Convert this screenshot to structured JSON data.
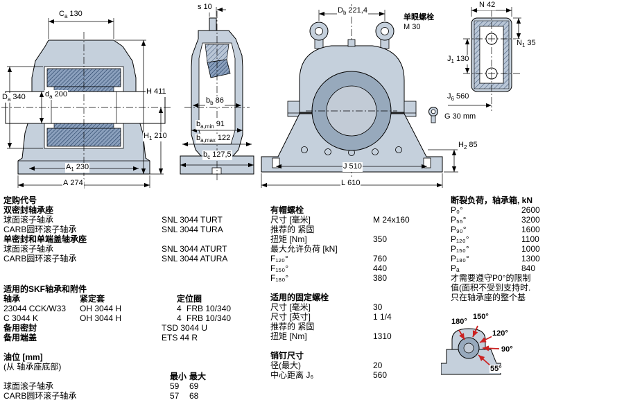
{
  "colors": {
    "background": "#ffffff",
    "line": "#000000",
    "drawing_fill": "#c5d0dc",
    "drawing_fill_dark": "#97a9bc",
    "hatch_line": "#1f3a5f",
    "arrow_red": "#cc2222"
  },
  "dims": {
    "ca": {
      "m": "C",
      "s": "a",
      "v": "130"
    },
    "da": {
      "m": "D",
      "s": "a",
      "v": "340"
    },
    "dsa": {
      "m": "d",
      "s": "a",
      "v": "200"
    },
    "h": {
      "m": "H",
      "s": "",
      "v": "411"
    },
    "h1": {
      "m": "H",
      "s": "1",
      "v": "210"
    },
    "a1": {
      "m": "A",
      "s": "1",
      "v": "230"
    },
    "a": {
      "m": "A",
      "s": "",
      "v": "274"
    },
    "s": {
      "m": "s",
      "s": "",
      "v": "10"
    },
    "bb": {
      "m": "b",
      "s": "b",
      "v": "86"
    },
    "bamin": {
      "m": "b",
      "s": "a,min",
      "v": "91"
    },
    "bamax": {
      "m": "b",
      "s": "a,max",
      "v": "122"
    },
    "bc": {
      "m": "b",
      "s": "c",
      "v": "127,5"
    },
    "db": {
      "m": "D",
      "s": "b",
      "v": "221,4"
    },
    "g": {
      "m": "G",
      "s": "",
      "v": "30 mm"
    },
    "h2": {
      "m": "H",
      "s": "2",
      "v": "85"
    },
    "j": {
      "m": "J",
      "s": "",
      "v": "510"
    },
    "l": {
      "m": "L",
      "s": "",
      "v": "610"
    },
    "n": {
      "m": "N",
      "s": "",
      "v": "42"
    },
    "n1": {
      "m": "N",
      "s": "1",
      "v": "35"
    },
    "j1": {
      "m": "J",
      "s": "1",
      "v": "130"
    },
    "j6": {
      "m": "J",
      "s": "6",
      "v": "560"
    }
  },
  "labels": {
    "eyebolt_title": "单眼螺栓",
    "eyebolt_size": "M 30"
  },
  "col_left": {
    "s1_title": "定购代号",
    "s1_sub1": "双密封轴承座",
    "s1_rows1": [
      {
        "label": "球面滚子轴承",
        "value": "SNL 3044 TURT"
      },
      {
        "label": "CARB圆环滚子轴承",
        "value": "SNL 3044 TURA"
      }
    ],
    "s1_sub2": "单密封和单端盖轴承座",
    "s1_rows2": [
      {
        "label": "球面滚子轴承",
        "value": "SNL 3044 ATURT"
      },
      {
        "label": "CARB圆环滚子轴承",
        "value": "SNL 3044 ATURA"
      }
    ],
    "s2_title": "适用的SKF轴承和附件",
    "s2_head": {
      "c1": "轴承",
      "c2": "紧定套",
      "c3": "定位圈"
    },
    "s2_rows": [
      {
        "bearing": "23044 CCK/W33",
        "sleeve": "OH 3044 H",
        "qty": "4",
        "ring": "FRB 10/340"
      },
      {
        "bearing": "C 3044 K",
        "sleeve": "OH 3044 H",
        "qty": "4",
        "ring": "FRB 10/340"
      }
    ],
    "s2_extra": [
      {
        "label": "备用密封",
        "value": "TSD 3044 U",
        "bold": true
      },
      {
        "label": "备用端盖",
        "value": "ETS 44 R",
        "bold": true
      }
    ],
    "s3_title": "油位 [mm]",
    "s3_sub": "(从 轴承座底部)",
    "s3_head": {
      "min": "最小",
      "max": "最大"
    },
    "s3_rows": [
      {
        "label": "球面滚子轴承",
        "min": "59",
        "max": "69"
      },
      {
        "label": "CARB圆环滚子轴承",
        "min": "57",
        "max": "68"
      }
    ]
  },
  "col_mid": {
    "s1_title": "有帽螺栓",
    "s1_rows": [
      {
        "label": "尺寸 [毫米]",
        "value": "M 24x160"
      },
      {
        "label": "推荐的 紧固",
        "value": ""
      },
      {
        "label": "扭矩 [Nm]",
        "value": "350"
      },
      {
        "label": "最大允许负荷 [kN]",
        "value": ""
      },
      {
        "label": "F₁₂₀°",
        "value": "760"
      },
      {
        "label": "F₁₅₀°",
        "value": "440"
      },
      {
        "label": "F₁₈₀°",
        "value": "380"
      }
    ],
    "s2_title": "适用的固定螺栓",
    "s2_rows": [
      {
        "label": "尺寸 [毫米]",
        "value": "30"
      },
      {
        "label": "尺寸 [英寸]",
        "value": "1 1/4"
      },
      {
        "label": "推荐的 紧固",
        "value": ""
      },
      {
        "label": "扭矩 [Nm]",
        "value": "1310"
      }
    ],
    "s3_title": "销钉尺寸",
    "s3_rows": [
      {
        "label": "径(最大)",
        "value": "20"
      },
      {
        "label": "中心距离 J₆",
        "value": "560"
      }
    ]
  },
  "col_right": {
    "title": "断裂负荷，轴承箱, kN",
    "rows": [
      {
        "label": "P₀°",
        "value": "2600"
      },
      {
        "label": "P₅₅°",
        "value": "3200"
      },
      {
        "label": "P₉₀°",
        "value": "1600"
      },
      {
        "label": "P₁₂₀°",
        "value": "1100"
      },
      {
        "label": "P₁₅₀°",
        "value": "1000"
      },
      {
        "label": "P₁₈₀°",
        "value": "1300"
      },
      {
        "label": "Pₐ",
        "value": "840"
      }
    ],
    "notes": [
      {
        "label": "才需要遵守P0°的限制"
      },
      {
        "label": "值(面积不受到支持时."
      },
      {
        "label": "只在轴承座的整个基"
      }
    ],
    "angle_labels": [
      "180°",
      "150°",
      "120°",
      "90°",
      "55°"
    ]
  }
}
